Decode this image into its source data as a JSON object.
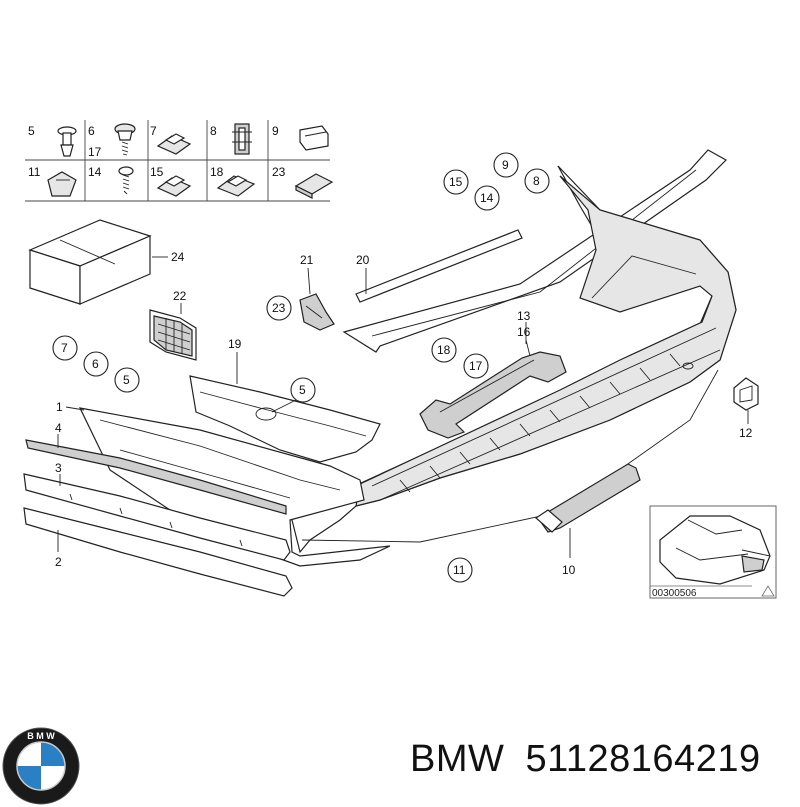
{
  "caption": {
    "brand": "BMW",
    "part_number": "51128164219"
  },
  "logo": {
    "name": "bmw-roundel",
    "letters": "BMW",
    "colors": {
      "ring": "#1a1a1a",
      "blue": "#2b7fc4",
      "white": "#ffffff"
    }
  },
  "diagram": {
    "reference_code": "00300506",
    "part_callouts": [
      "1",
      "2",
      "3",
      "4",
      "5",
      "6",
      "7",
      "8",
      "9",
      "10",
      "11",
      "12",
      "13",
      "14",
      "15",
      "16",
      "17",
      "18",
      "19",
      "20",
      "21",
      "22",
      "23",
      "24"
    ],
    "legend_grid_labels": [
      "5",
      "6",
      "17",
      "7",
      "8",
      "9",
      "11",
      "14",
      "15",
      "18",
      "23"
    ]
  }
}
